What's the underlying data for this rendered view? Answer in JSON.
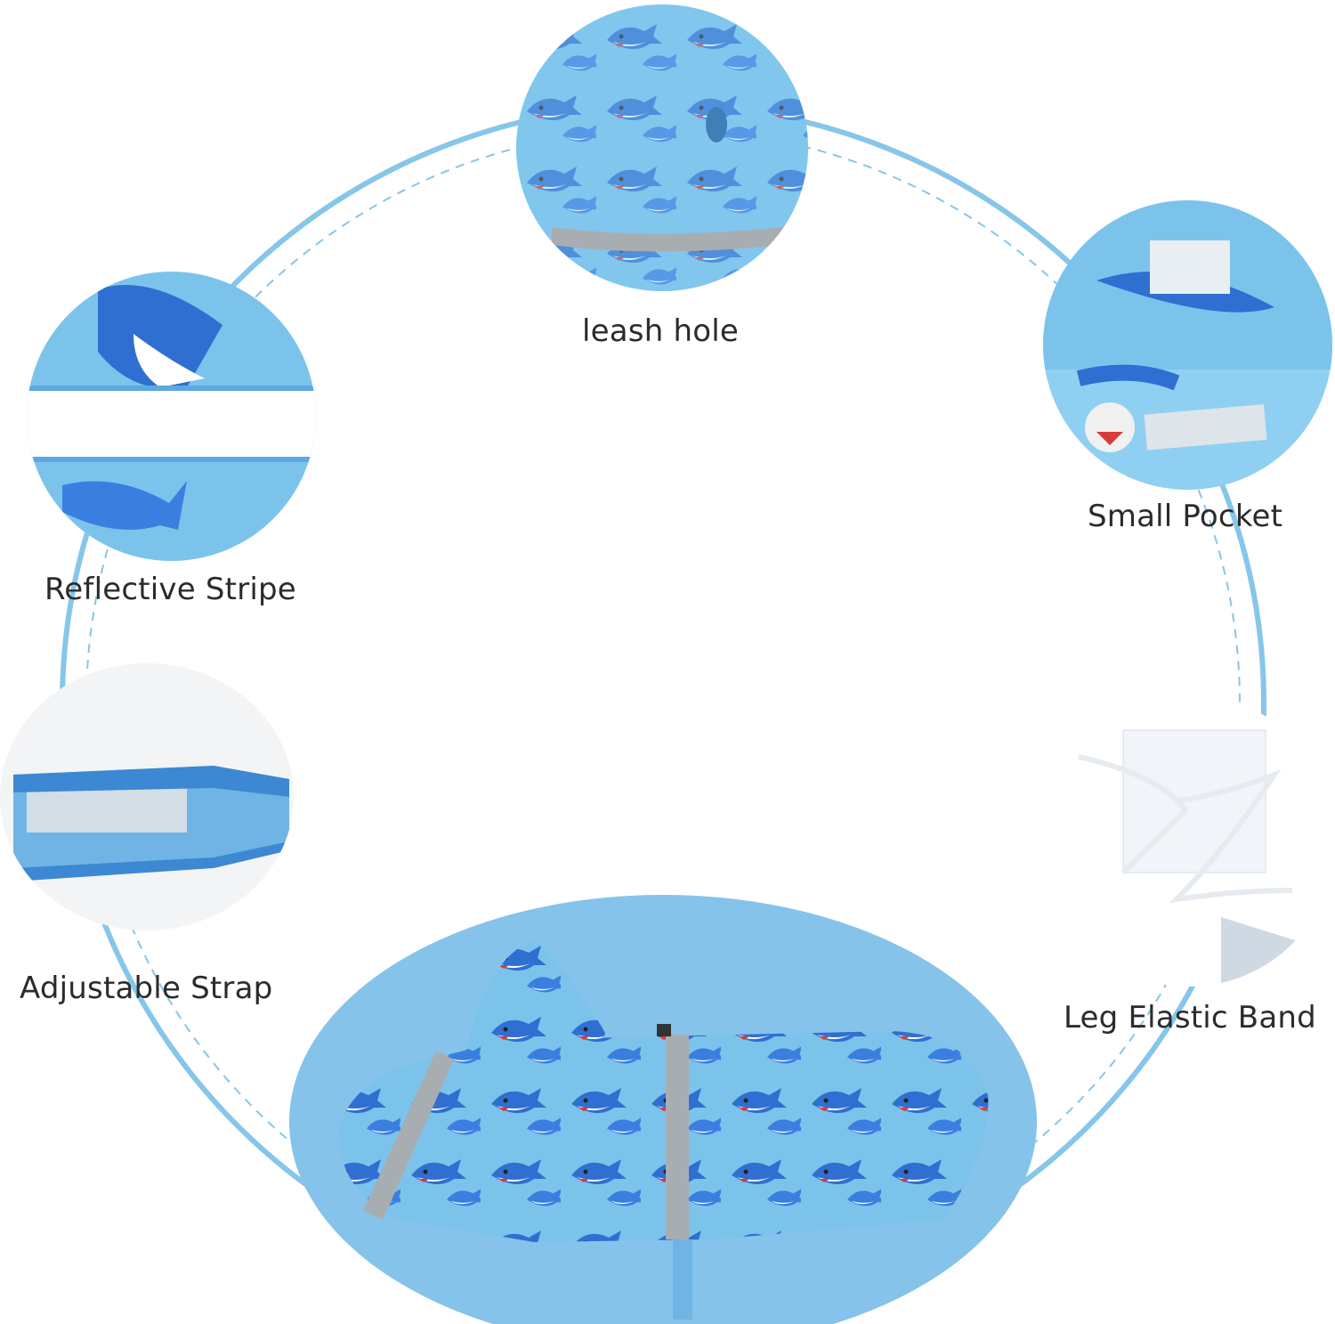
{
  "labels": {
    "leash_hole": "leash hole",
    "small_pocket": "Small Pocket",
    "reflective_stripe": "Reflective Stripe",
    "adjustable_strap": "Adjustable Strap",
    "leg_elastic_band": "Leg Elastic Band"
  },
  "colors": {
    "ring": "#7ec4e8",
    "fabric": "#7cc3ec",
    "fabric_dark": "#4aa3dc",
    "shark_blue": "#2f6fd1",
    "reflective": "#a8adb2",
    "backdrop_oval": "#86c3ea"
  },
  "icons": [
    "shark-print",
    "velcro-patch",
    "elastic-cord",
    "reflective-band"
  ]
}
